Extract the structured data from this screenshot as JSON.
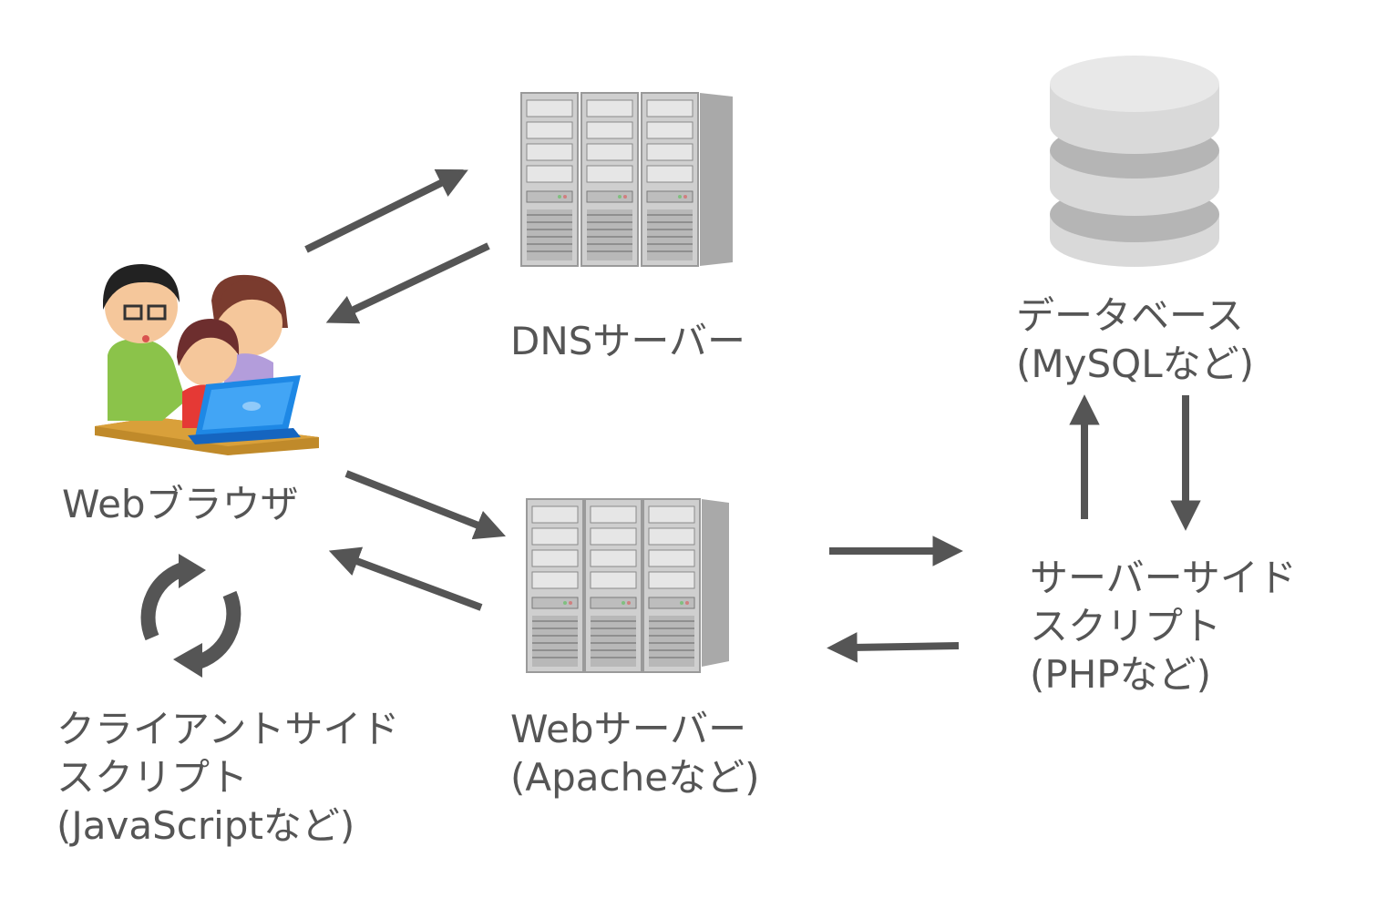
{
  "nodes": {
    "web_browser": {
      "label": "Webブラウザ"
    },
    "client_script": {
      "lines": [
        "クライアントサイド",
        "スクリプト",
        "(JavaScriptなど)"
      ]
    },
    "dns_server": {
      "label": "DNSサーバー"
    },
    "web_server": {
      "lines": [
        "Webサーバー",
        "(Apacheなど)"
      ]
    },
    "database": {
      "lines": [
        "データベース",
        "(MySQLなど)"
      ]
    },
    "server_script": {
      "lines": [
        "サーバーサイド",
        "スクリプト",
        "(PHPなど)"
      ]
    }
  },
  "colors": {
    "arrow": "#555555",
    "text": "#555555",
    "server_body": "#c9c9c9",
    "database": "#d4d4d4"
  }
}
